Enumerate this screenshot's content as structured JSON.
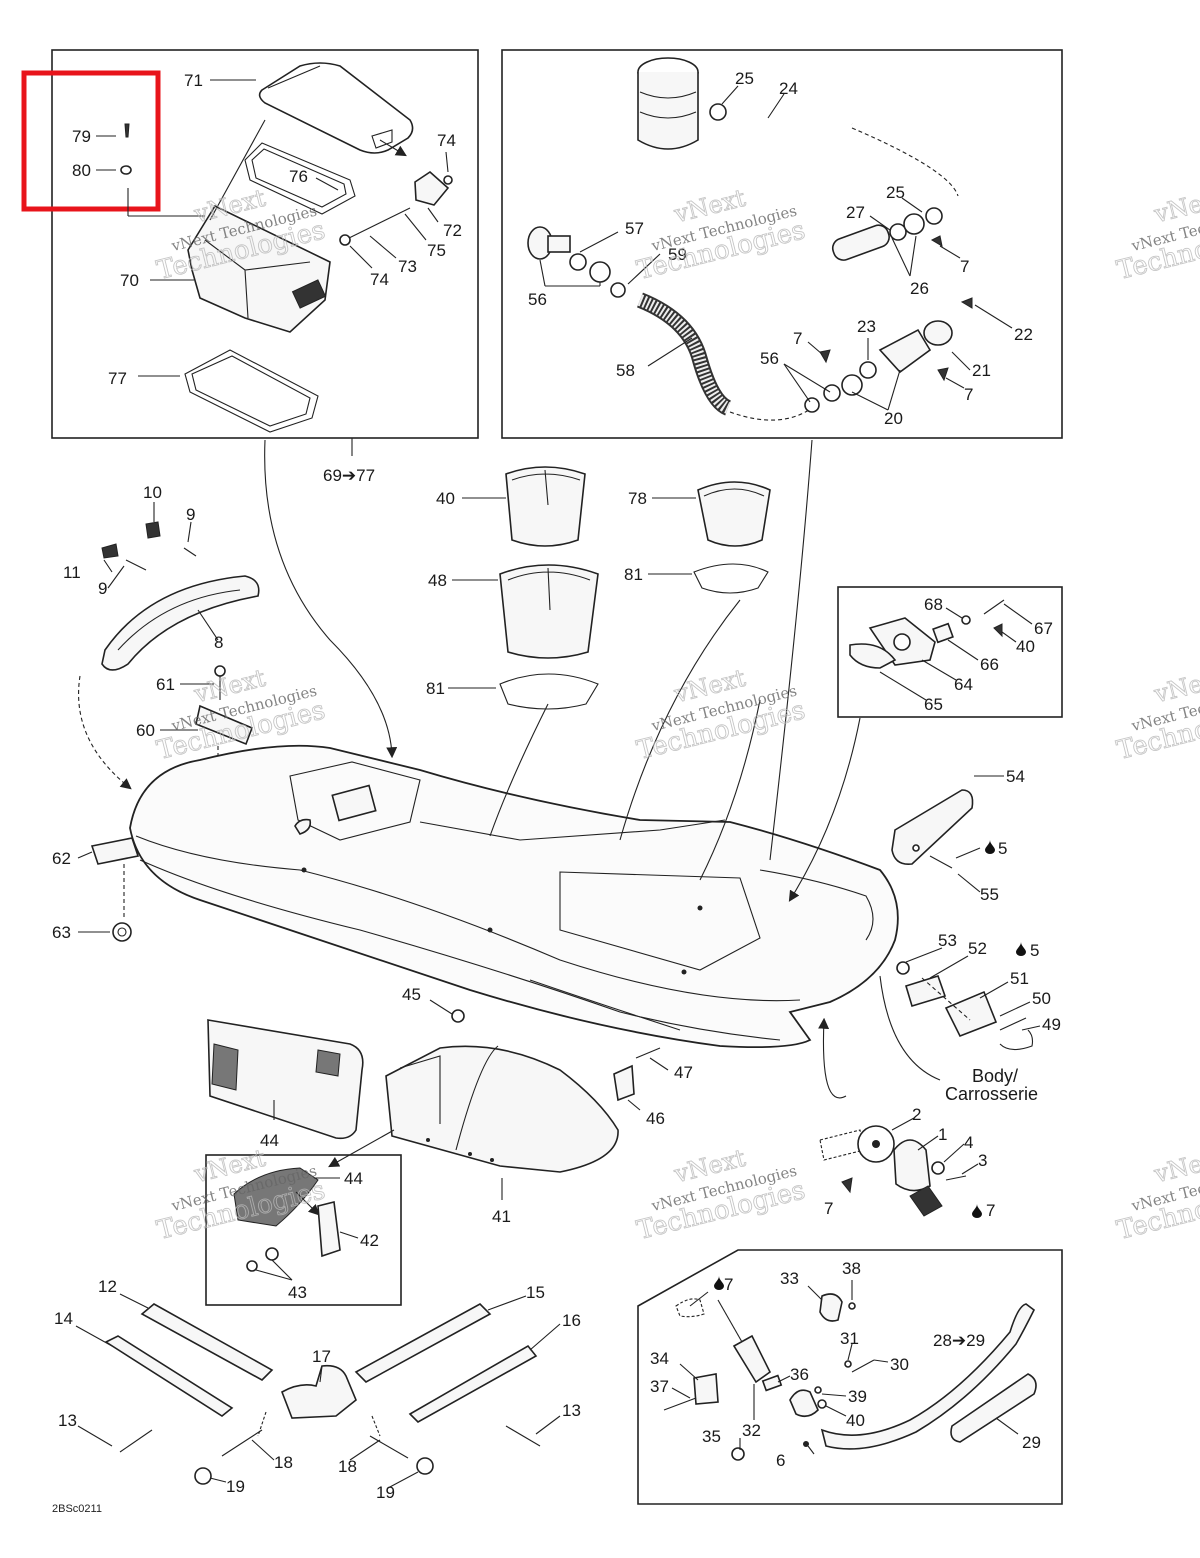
{
  "callouts": {
    "c71": "71",
    "c79": "79",
    "c80": "80",
    "c76": "76",
    "c74a": "74",
    "c72": "72",
    "c75": "75",
    "c73": "73",
    "c74b": "74",
    "c70": "70",
    "c77": "77",
    "c6977": "69➔77",
    "c25a": "25",
    "c24": "24",
    "c57": "57",
    "c59": "59",
    "c25b": "25",
    "c27": "27",
    "c7a": "7",
    "c26": "26",
    "c56a": "56",
    "c22": "22",
    "c23": "23",
    "c7b": "7",
    "c58": "58",
    "c56b": "56",
    "c21": "21",
    "c7c": "7",
    "c20": "20",
    "c10": "10",
    "c9a": "9",
    "c11": "11",
    "c9b": "9",
    "c8": "8",
    "c40a": "40",
    "c48": "48",
    "c81a": "81",
    "c81b": "81",
    "c78": "78",
    "c68": "68",
    "c67": "67",
    "c40b": "40",
    "c66": "66",
    "c64": "64",
    "c65": "65",
    "c61": "61",
    "c60": "60",
    "c62": "62",
    "c63": "63",
    "c54": "54",
    "c5a": "5",
    "c55": "55",
    "c53": "53",
    "c52": "52",
    "c5b": "5",
    "c51": "51",
    "c50": "50",
    "c49": "49",
    "body_label_1": "Body/",
    "body_label_2": "Carrosserie",
    "c45": "45",
    "c47": "47",
    "c46": "46",
    "c44a": "44",
    "c41": "41",
    "c44b": "44",
    "c42": "42",
    "c43": "43",
    "c2": "2",
    "c1": "1",
    "c4": "4",
    "c3": "3",
    "c7d": "7",
    "c7e": "7",
    "c12": "12",
    "c14": "14",
    "c13a": "13",
    "c17": "17",
    "c15": "15",
    "c16": "16",
    "c13b": "13",
    "c18a": "18",
    "c18b": "18",
    "c19a": "19",
    "c19b": "19",
    "c7f": "7",
    "c33": "33",
    "c38": "38",
    "c31": "31",
    "c30": "30",
    "c34": "34",
    "c36": "36",
    "c37": "37",
    "c39": "39",
    "c40c": "40",
    "c32": "32",
    "c35": "35",
    "c6": "6",
    "c2829": "28➔29",
    "c29": "29"
  },
  "watermark": {
    "line1": "vNext",
    "line2": "vNext Technologies",
    "line3": "Technologies"
  },
  "drawing_code": "2BSc0211",
  "highlight_color": "#e8141b",
  "icons": [
    "drop-icon",
    "arrow-icon"
  ]
}
